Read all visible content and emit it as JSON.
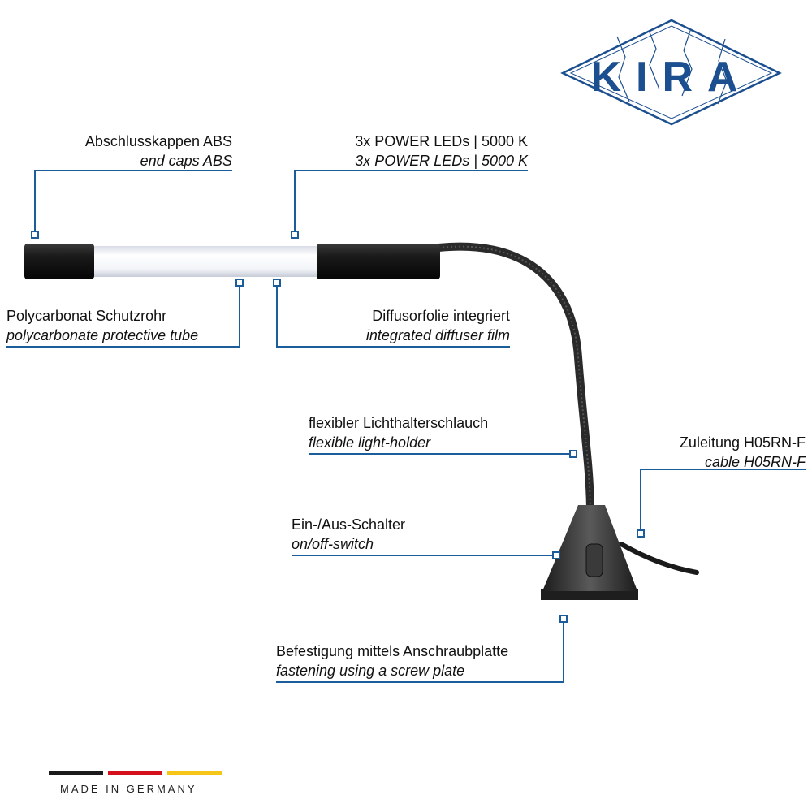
{
  "brand": {
    "logo_text": "KIRA"
  },
  "colors": {
    "callout_line": "#1a5d9a",
    "logo_blue": "#1c4f8f",
    "flag_black": "#1a1a1a",
    "flag_red": "#d4111b",
    "flag_gold": "#f5c518"
  },
  "callouts": {
    "end_caps": {
      "de": "Abschlusskappen ABS",
      "en": "end caps ABS"
    },
    "power_leds": {
      "de": "3x POWER LEDs | 5000 K",
      "en": "3x POWER LEDs | 5000 K"
    },
    "protective_tube": {
      "de": "Polycarbonat Schutzrohr",
      "en": "polycarbonate protective tube"
    },
    "diffuser": {
      "de": "Diffusorfolie integriert",
      "en": "integrated diffuser film"
    },
    "gooseneck": {
      "de": "flexibler Lichthalterschlauch",
      "en": "flexible light-holder"
    },
    "cable": {
      "de": "Zuleitung H05RN-F",
      "en": "cable H05RN-F"
    },
    "switch": {
      "de": "Ein-/Aus-Schalter",
      "en": "on/off-switch"
    },
    "mounting": {
      "de": "Befestigung mittels Anschraubplatte",
      "en": "fastening using a screw plate"
    }
  },
  "footer": {
    "made_in": "MADE IN GERMANY"
  }
}
